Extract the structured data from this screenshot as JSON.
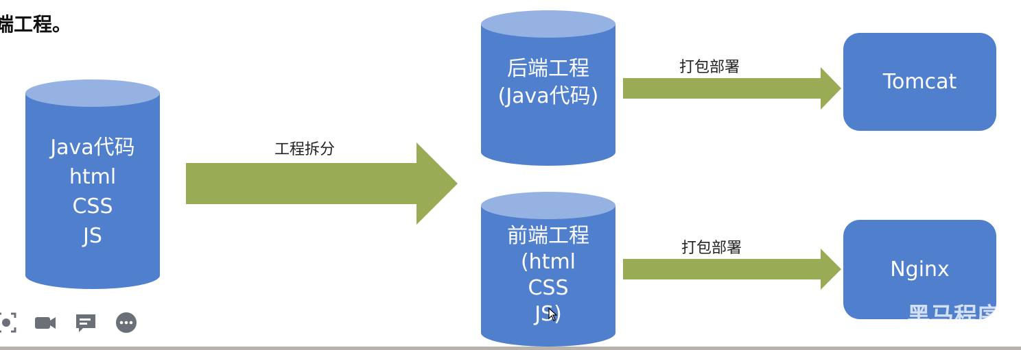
{
  "heading": "端工程。",
  "source_code": {
    "lines": [
      "Java代码",
      "html",
      "CSS",
      "JS"
    ]
  },
  "split_arrow": {
    "label": "工程拆分"
  },
  "backend": {
    "lines": [
      "后端工程",
      "(Java代码)"
    ],
    "arrow_label": "打包部署",
    "server": "Tomcat"
  },
  "frontend": {
    "lines": [
      "前端工程",
      "(html",
      "CSS",
      "JS)"
    ],
    "arrow_label": "打包部署",
    "server": "Nginx"
  },
  "toolbar": {
    "icons": [
      "screenshot-icon",
      "camera-icon",
      "chat-icon",
      "more-icon"
    ]
  },
  "watermark": "黑马程序",
  "colors": {
    "cylinder": "#4f7fcd",
    "cylinder_top": "#95b2e3",
    "arrow": "#9aab56",
    "server": "#4f7fcd"
  }
}
